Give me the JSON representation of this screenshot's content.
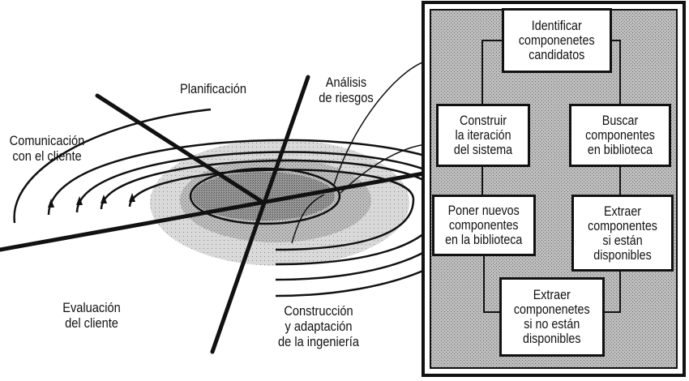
{
  "spiral_labels": {
    "planificacion": "Planificación",
    "analisis": "Análisis\nde riesgos",
    "comunicacion": "Comunicación\ncon el cliente",
    "evaluacion": "Evaluación\ndel cliente",
    "construccion": "Construcción\ny adaptación\nde la ingeniería"
  },
  "process_boxes": {
    "identificar": "Identificar\ncomponenetes\ncandidatos",
    "construir": "Construir\nla iteración\ndel sistema",
    "buscar": "Buscar\ncomponentes\nen biblioteca",
    "poner": "Poner nuevos\ncomponentes\nen la biblioteca",
    "extraer_disponibles": "Extraer\ncomponentes\nsi están\ndisponibles",
    "extraer_no_disponibles": "Extraer\ncomponenetes\nsi no están\ndisponibles"
  },
  "colors": {
    "ink": "#111111",
    "panel": "#b9b9b9",
    "ring_outer": "#d6d6d6",
    "ring_mid": "#a8a8a8",
    "ring_inner": "#8c8c8c",
    "box_fill": "#ffffff"
  }
}
